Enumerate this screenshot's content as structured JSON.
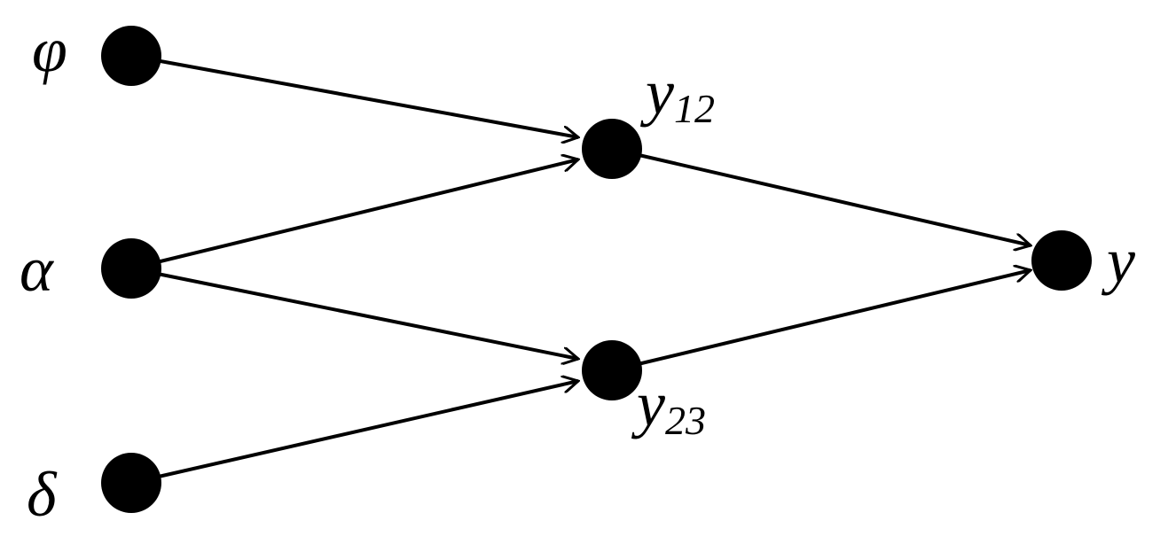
{
  "diagram": {
    "nodes": {
      "phi": {
        "label": "φ"
      },
      "alpha": {
        "label": "α"
      },
      "delta": {
        "label": "δ"
      },
      "y12": {
        "label": "y",
        "subscript": "12"
      },
      "y23": {
        "label": "y",
        "subscript": "23"
      },
      "y": {
        "label": "y"
      }
    },
    "edges": [
      {
        "from": "phi",
        "to": "y12"
      },
      {
        "from": "alpha",
        "to": "y12"
      },
      {
        "from": "alpha",
        "to": "y23"
      },
      {
        "from": "delta",
        "to": "y23"
      },
      {
        "from": "y12",
        "to": "y"
      },
      {
        "from": "y23",
        "to": "y"
      }
    ]
  }
}
